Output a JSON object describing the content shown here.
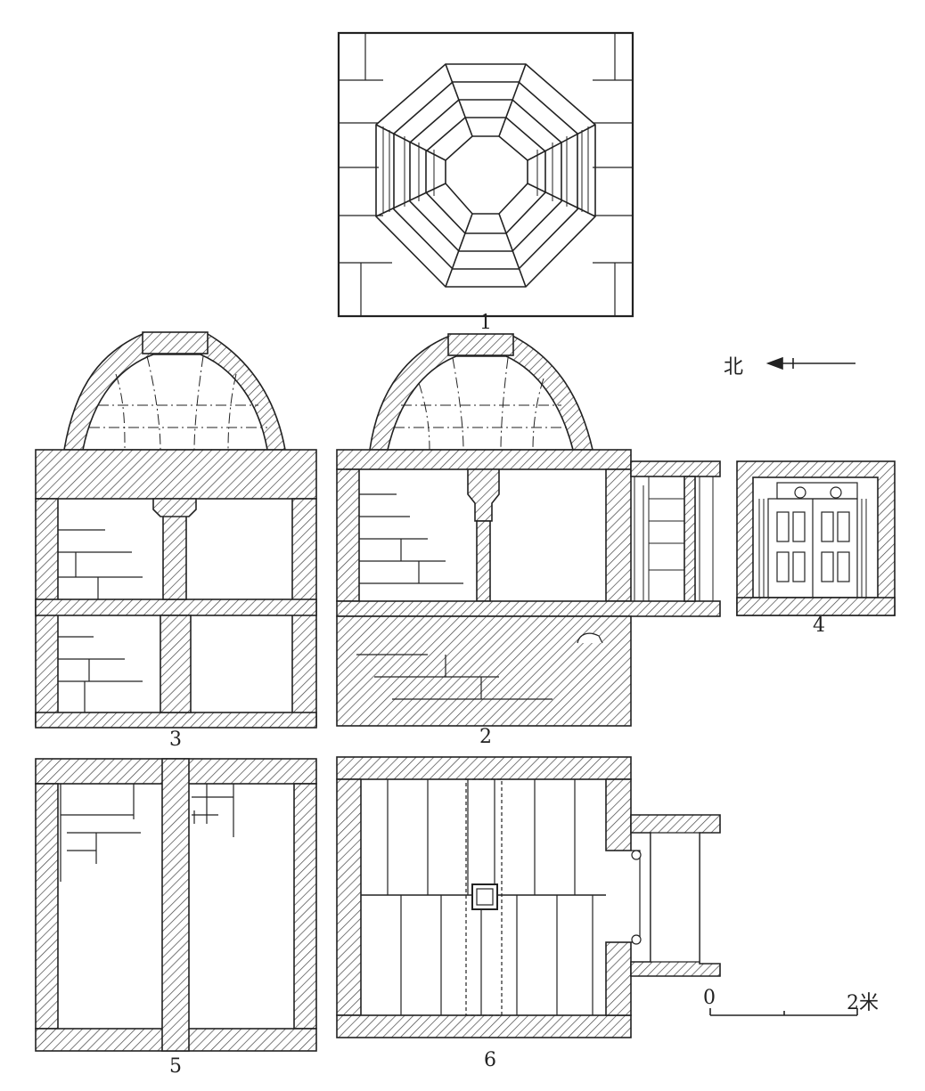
{
  "figures": [
    {
      "id": "roof-plan",
      "label": "1"
    },
    {
      "id": "section-east-west",
      "label": "2"
    },
    {
      "id": "section-north-south",
      "label": "3"
    },
    {
      "id": "door-elevation",
      "label": "4"
    },
    {
      "id": "plan-lower",
      "label": "5"
    },
    {
      "id": "plan-upper",
      "label": "6"
    }
  ],
  "north_arrow": {
    "label": "北"
  },
  "scale_bar": {
    "start_label": "0",
    "end_label": "2米"
  },
  "colors": {
    "line": "#222222",
    "hatch": "#444444",
    "paper": "#ffffff"
  }
}
